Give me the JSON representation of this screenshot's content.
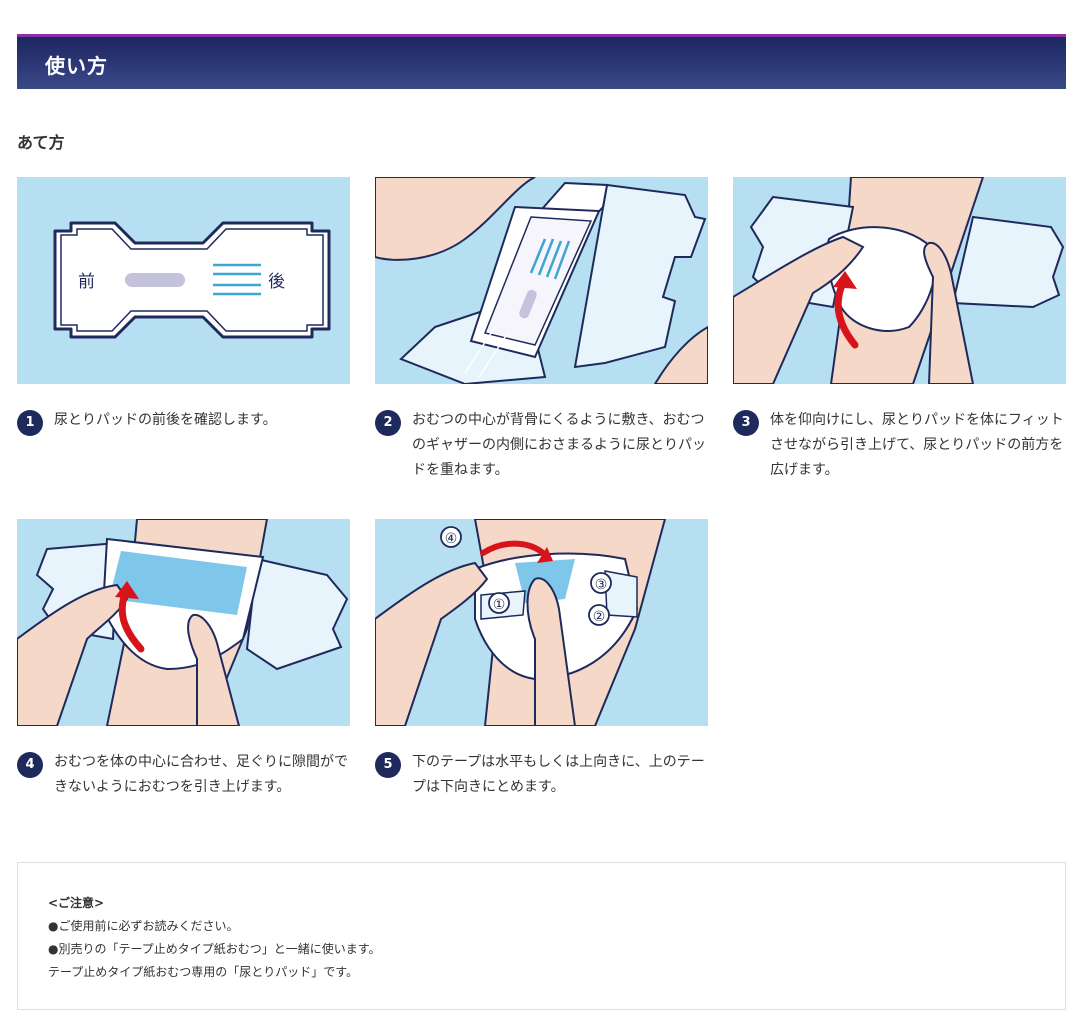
{
  "header": {
    "title": "使い方"
  },
  "subheading": "あて方",
  "steps": [
    {
      "number": "1",
      "text": "尿とりパッドの前後を確認します。",
      "labels": {
        "front": "前",
        "back": "後"
      }
    },
    {
      "number": "2",
      "text": "おむつの中心が背骨にくるように敷き、おむつのギャザーの内側におさまるように尿とりパッドを重ねます。"
    },
    {
      "number": "3",
      "text": "体を仰向けにし、尿とりパッドを体にフィットさせながら引き上げて、尿とりパッドの前方を広げます。"
    },
    {
      "number": "4",
      "text": "おむつを体の中心に合わせ、足ぐりに隙間ができないようにおむつを引き上げます。"
    },
    {
      "number": "5",
      "text": "下のテープは水平もしくは上向きに、上のテープは下向きにとめます。",
      "labels": [
        "①",
        "②",
        "③",
        "④"
      ]
    }
  ],
  "notes": {
    "title": "<ご注意>",
    "lines": [
      "●ご使用前に必ずお読みください。",
      "●別売りの「テープ止めタイプ紙おむつ」と一緒に使います。",
      "テープ止めタイプ紙おむつ専用の「尿とりパッド」です。"
    ]
  },
  "colors": {
    "header_bg": "#2c3877",
    "header_accent": "#8a2fa8",
    "image_bg": "#b7dff2",
    "skin": "#f6d8c8",
    "outline": "#1f2a5c",
    "arrow": "#d7141a",
    "step_badge": "#1f2a5c"
  },
  "icons": {
    "step_badge": "circle-number-icon",
    "arrow": "red-arrow-icon"
  }
}
